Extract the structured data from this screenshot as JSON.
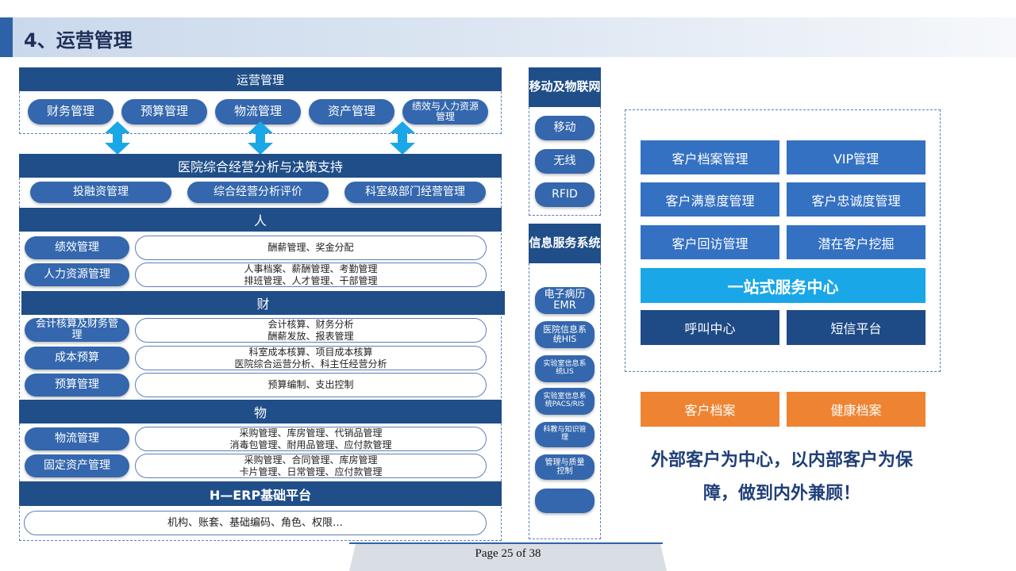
{
  "title": "4、运营管理",
  "left": {
    "ops_header": "运营管理",
    "ops_items": [
      "财务管理",
      "预算管理",
      "物流管理",
      "资产管理",
      "绩效与人力资源管理"
    ],
    "analysis_header": "医院综合经营分析与决策支持",
    "analysis_items": [
      "投融资管理",
      "综合经营分析评价",
      "科室级部门经营管理"
    ],
    "people_header": "人",
    "people_rows": [
      {
        "label": "绩效管理",
        "detail": "酬薪管理、奖金分配"
      },
      {
        "label": "人力资源管理",
        "detail": "人事档案、薪酬管理、考勤管理\n排班管理、人才管理、干部管理"
      }
    ],
    "finance_header": "财",
    "finance_rows": [
      {
        "label": "会计核算及财务管理",
        "detail": "会计核算、财务分析\n酬薪发放、报表管理"
      },
      {
        "label": "成本预算",
        "detail": "科室成本核算、项目成本核算\n医院综合运营分析、科主任经营分析"
      },
      {
        "label": "预算管理",
        "detail": "预算编制、支出控制"
      }
    ],
    "material_header": "物",
    "material_rows": [
      {
        "label": "物流管理",
        "detail": "采购管理、库房管理、代销品管理\n消毒包管理、耐用品管理、应付款管理"
      },
      {
        "label": "固定资产管理",
        "detail": "采购管理、合同管理、库房管理\n卡片管理、日常管理、应付款管理"
      }
    ],
    "platform_header": "H—ERP基础平台",
    "platform_detail": "机构、账套、基础编码、角色、权限…"
  },
  "mid": {
    "mobile_header": "移动及物联网",
    "mobile_items": [
      "移动",
      "无线",
      "RFID"
    ],
    "info_header": "信息服务系统",
    "info_items": [
      "电子病历EMR",
      "医院信息系统HIS",
      "实验室信息系统LIS",
      "实验室信息系统PACS/RIS",
      "科教与知识管理",
      "管理与质量控制",
      ""
    ]
  },
  "right": {
    "cards": [
      "客户档案管理",
      "VIP管理",
      "客户满意度管理",
      "客户忠诚度管理",
      "客户回访管理",
      "潜在客户挖掘"
    ],
    "center_label": "一站式服务中心",
    "channels": [
      "呼叫中心",
      "短信平台"
    ],
    "archives": [
      "客户档案",
      "健康档案"
    ],
    "slogan_line1": "外部客户为中心，以内部客户为保",
    "slogan_line2": "障，做到内外兼顾！"
  },
  "footer": "Page 25 of 38",
  "colors": {
    "dark_navy": "#1f4e88",
    "pill_blue": "#3467ad",
    "card_blue": "#3471c2",
    "cyan": "#1aa7e8",
    "orange": "#ee8432",
    "navy_card": "#1e4a86"
  }
}
